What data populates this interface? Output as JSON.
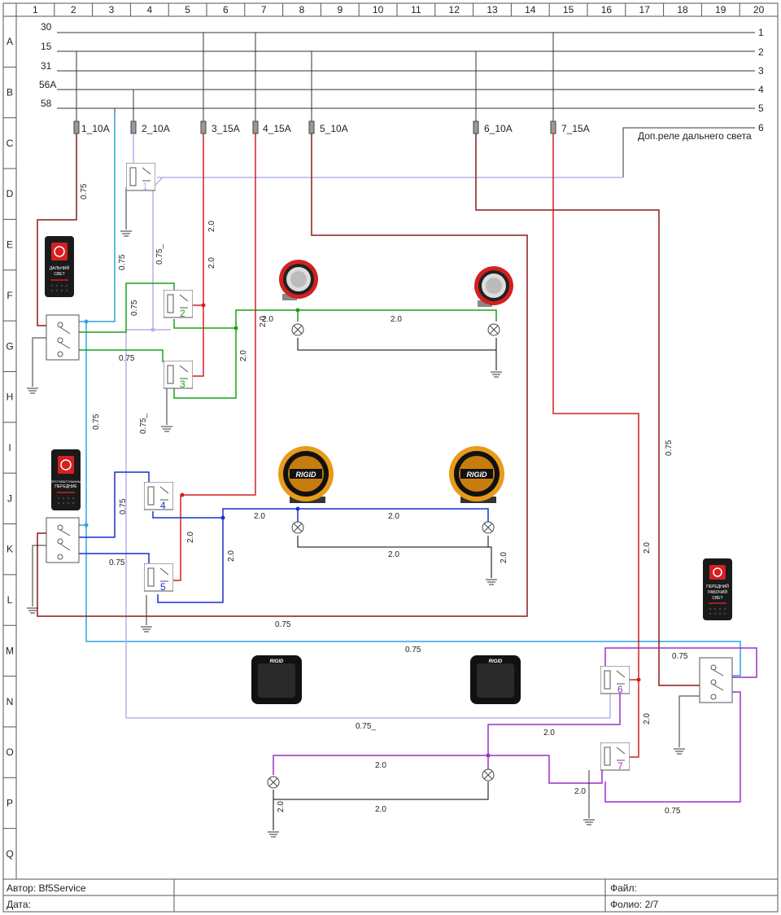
{
  "grid": {
    "columns": [
      "1",
      "2",
      "3",
      "4",
      "5",
      "6",
      "7",
      "8",
      "9",
      "10",
      "11",
      "12",
      "13",
      "14",
      "15",
      "16",
      "17",
      "18",
      "19",
      "20"
    ],
    "rows": [
      "A",
      "B",
      "C",
      "D",
      "E",
      "F",
      "G",
      "H",
      "I",
      "J",
      "K",
      "L",
      "M",
      "N",
      "O",
      "P",
      "Q"
    ]
  },
  "buses": [
    {
      "label": "30",
      "end": "1"
    },
    {
      "label": "15",
      "end": "2"
    },
    {
      "label": "31",
      "end": "3"
    },
    {
      "label": "56A",
      "end": "4"
    },
    {
      "label": "58",
      "end": "5"
    }
  ],
  "aux_line": {
    "end": "6",
    "label": "Доп.реле дальнего света"
  },
  "fuses": [
    "1_10A",
    "2_10A",
    "3_15A",
    "4_15A",
    "5_10A",
    "6_10A",
    "7_15A"
  ],
  "relays": [
    "1",
    "2",
    "3",
    "4",
    "5",
    "6",
    "7"
  ],
  "switch_labels": {
    "sw1": [
      "ДАЛЬНИЙ",
      "СВЕТ"
    ],
    "sw2": [
      "ПРОТИВОТУМАНЫ",
      "ПЕРЕДНИЕ"
    ],
    "sw3": [
      "ПЕРЕДНИЙ",
      "РАБОЧИЙ",
      "СВЕТ"
    ]
  },
  "lamp_brand": "RIGID",
  "gauges": {
    "thin": "0.75",
    "thin_alt": "0.75_",
    "thick": "2.0"
  },
  "colors": {
    "dark_red": "#8b1a1a",
    "red": "#d42020",
    "light_blue": "#2fa4e0",
    "lavender": "#b6b0ee",
    "green": "#18a018",
    "blue": "#1a2fd0",
    "purple": "#9a30c8",
    "black": "#000000"
  },
  "title_block": {
    "author_label": "Автор:",
    "author_value": "Bf5Service",
    "date_label": "Дата:",
    "file_label": "Файл:",
    "folio_label": "Фолио:",
    "folio_value": "2/7"
  }
}
